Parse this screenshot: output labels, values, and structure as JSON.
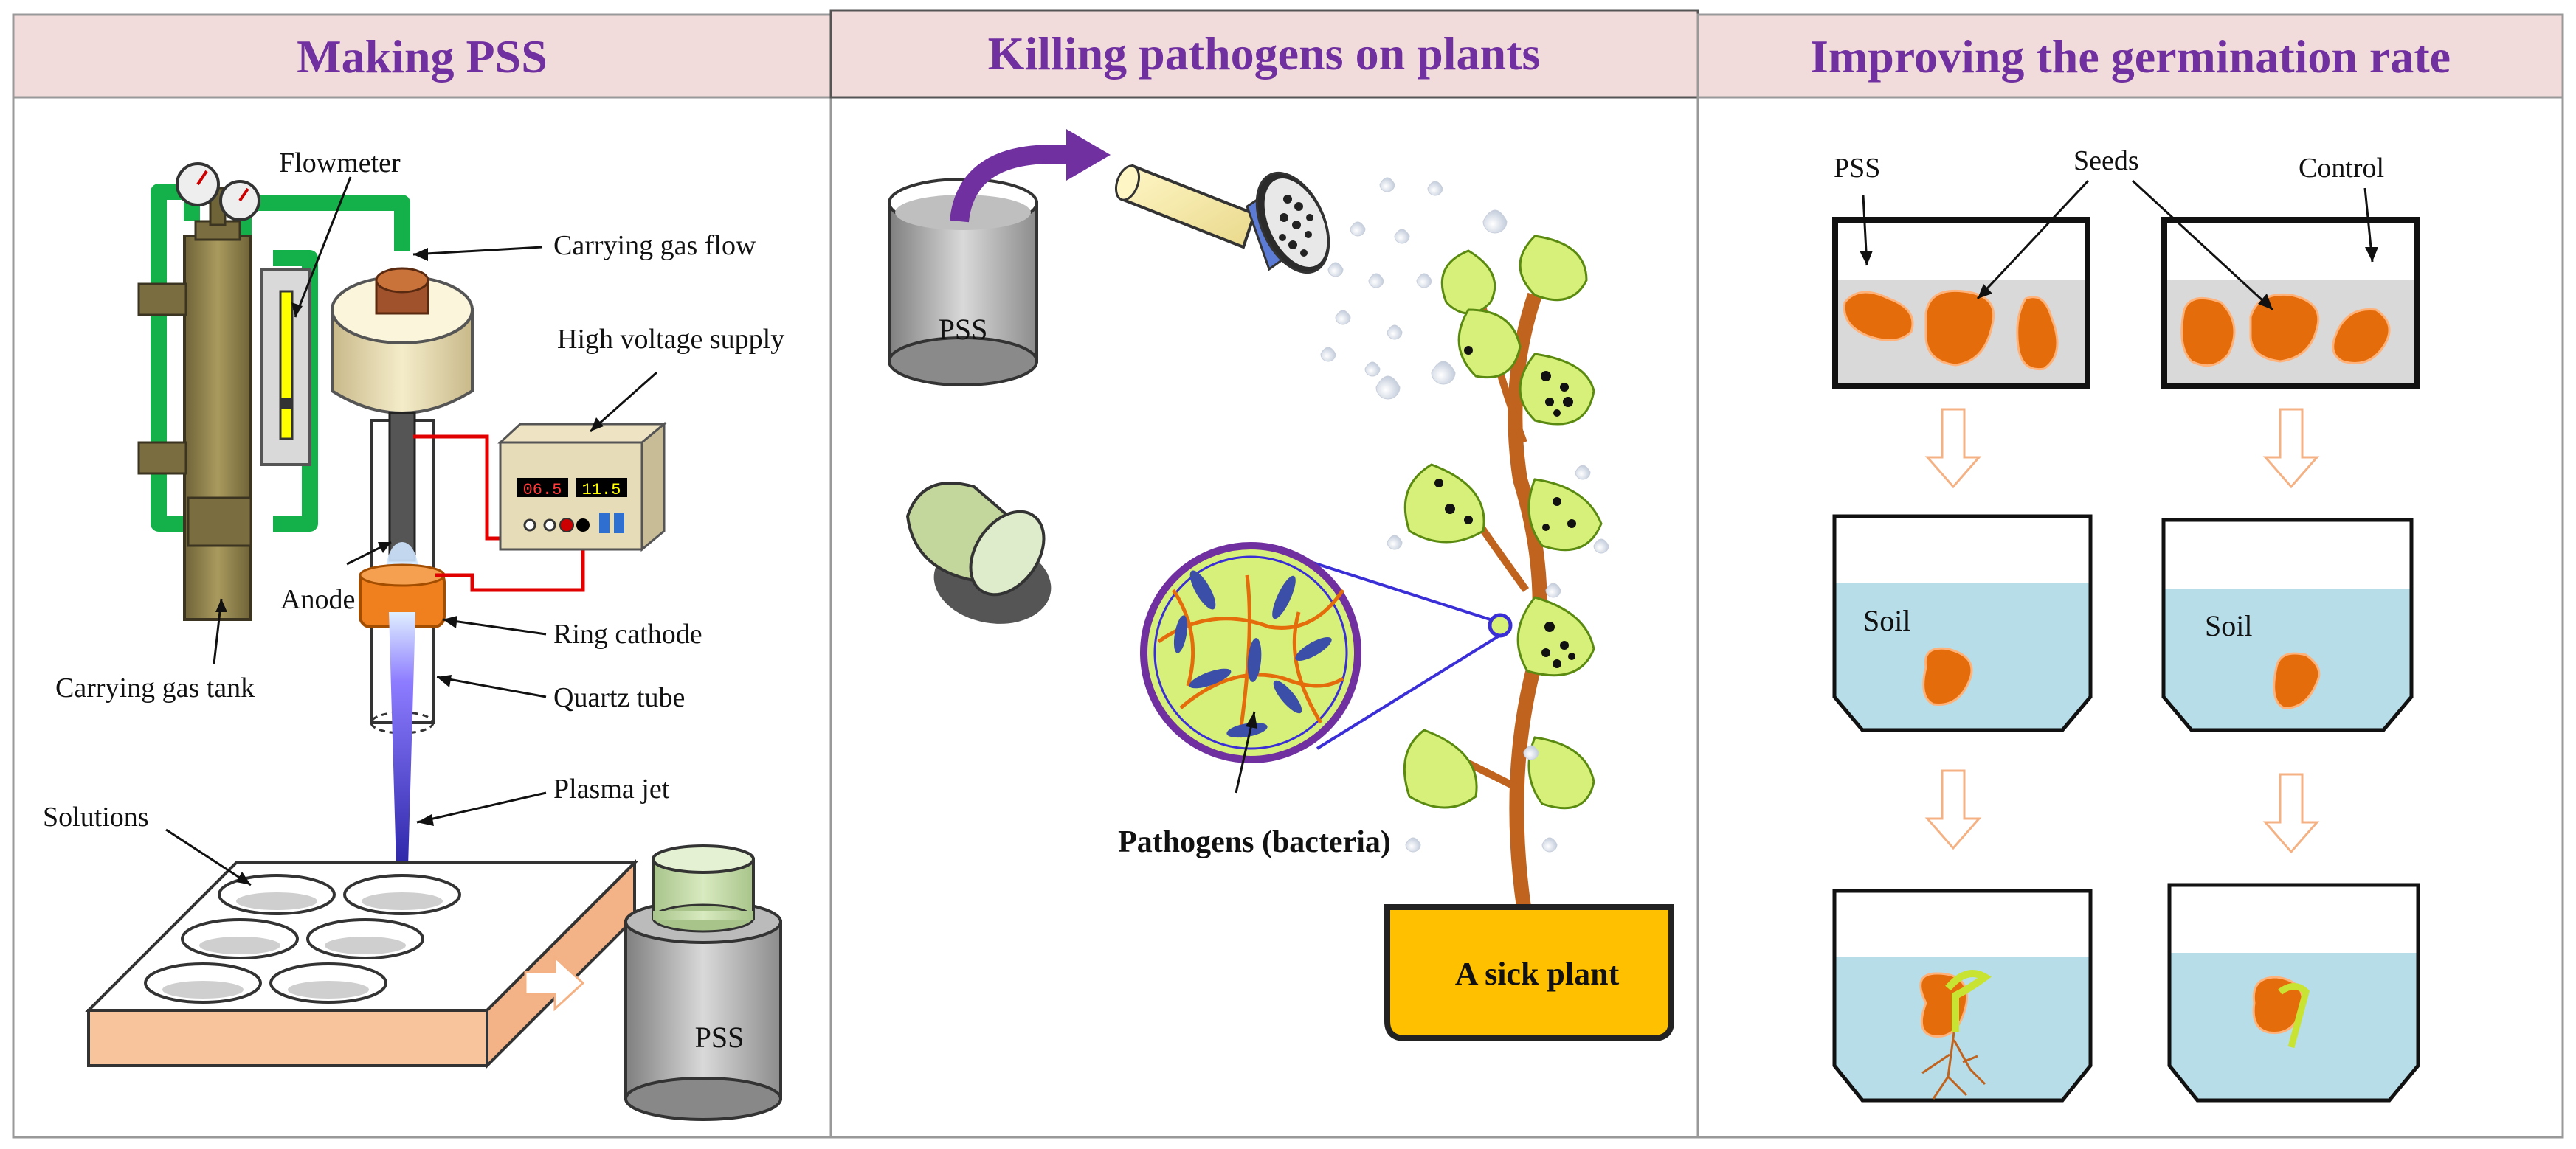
{
  "panels": {
    "making": {
      "title": "Making PSS",
      "labels": {
        "flowmeter": "Flowmeter",
        "carrying_gas_flow": "Carrying gas flow",
        "high_voltage_supply": "High voltage supply",
        "anode": "Anode",
        "ring_cathode": "Ring cathode",
        "carrying_gas_tank": "Carrying gas tank",
        "quartz_tube": "Quartz tube",
        "plasma_jet": "Plasma jet",
        "solutions": "Solutions",
        "pss": "PSS"
      },
      "display_left": "06.5",
      "display_right": "11.5"
    },
    "killing": {
      "title": "Killing pathogens on plants",
      "labels": {
        "pss": "PSS",
        "pathogens": "Pathogens (bacteria)",
        "sick_plant": "A sick plant"
      }
    },
    "germination": {
      "title": "Improving the germination rate",
      "labels": {
        "pss": "PSS",
        "seeds": "Seeds",
        "control": "Control",
        "soil_left": "Soil",
        "soil_right": "Soil"
      }
    }
  },
  "colors": {
    "header_bg": "#f2dcdb",
    "header_text": "#7030a0",
    "pipe_green": "#14b14b",
    "tank": "#8b7d4a",
    "seed": "#e46c0a",
    "soil_water": "#b7dde8",
    "leaf": "#d7f07a",
    "stem": "#c0631f",
    "pot": "#ffc000",
    "arrow_purple": "#7030a0"
  }
}
